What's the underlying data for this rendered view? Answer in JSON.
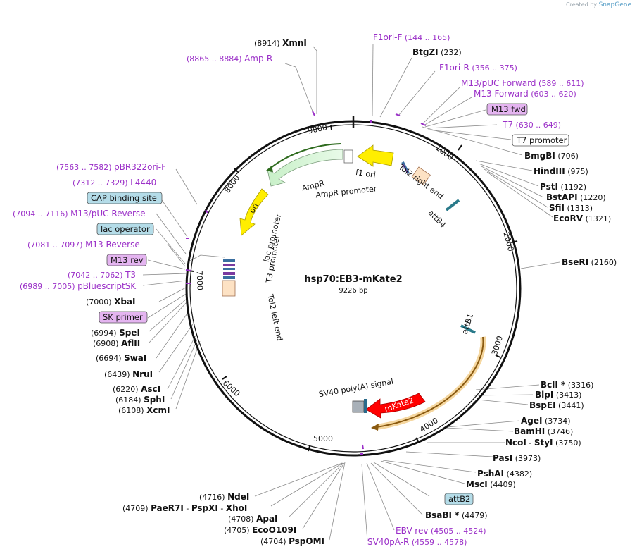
{
  "credit": {
    "prefix": "Created by",
    "brand": "SnapGene"
  },
  "plasmid": {
    "name": "hsp70:EB3-mKate2",
    "size": "9226 bp"
  },
  "ticks": [
    "1000",
    "2000",
    "3000",
    "4000",
    "5000",
    "6000",
    "7000",
    "8000",
    "9000"
  ],
  "features": {
    "f1ori": "f1 ori",
    "ampr": "AmpR",
    "ampr_promoter": "AmpR promoter",
    "ori": "ori",
    "lac_promoter": "lac promoter",
    "t3_promoter": "T3 promoter",
    "tol2_left": "Tol2 left end",
    "tol2_right": "Tol2 right end",
    "attb4": "attB4",
    "attb1": "attB1",
    "mkate2": "mKate2",
    "sv40": "SV40 poly(A) signal"
  },
  "labels": {
    "xmni": {
      "pos": "(8914)",
      "name": "XmnI"
    },
    "ampr_primer": {
      "pos": "(8865 .. 8884)",
      "name": "Amp-R"
    },
    "f1ori_f": {
      "name": "F1ori-F",
      "pos": "(144 .. 165)"
    },
    "btgzi": {
      "name": "BtgZI",
      "pos": "(232)"
    },
    "f1ori_r": {
      "name": "F1ori-R",
      "pos": "(356 .. 375)"
    },
    "m13puc_fwd": {
      "name": "M13/pUC Forward",
      "pos": "(589 .. 611)"
    },
    "m13_fwd_p": {
      "name": "M13 Forward",
      "pos": "(603 .. 620)"
    },
    "m13fwd_box": {
      "name": "M13 fwd"
    },
    "t7": {
      "name": "T7",
      "pos": "(630 .. 649)"
    },
    "t7prom_box": {
      "name": "T7 promoter"
    },
    "bmgbi": {
      "name": "BmgBI",
      "pos": "(706)"
    },
    "hindiii": {
      "name": "HindIII",
      "pos": "(975)"
    },
    "psti": {
      "name": "PstI",
      "pos": "(1192)"
    },
    "bstapi": {
      "name": "BstAPI",
      "pos": "(1220)"
    },
    "sfii": {
      "name": "SfiI",
      "pos": "(1313)"
    },
    "ecorv": {
      "name": "EcoRV",
      "pos": "(1321)"
    },
    "bseri": {
      "name": "BseRI",
      "pos": "(2160)"
    },
    "bcli": {
      "name": "BclI *",
      "pos": "(3316)"
    },
    "blpi": {
      "name": "BlpI",
      "pos": "(3413)"
    },
    "bspei": {
      "name": "BspEI",
      "pos": "(3441)"
    },
    "agei": {
      "name": "AgeI",
      "pos": "(3734)"
    },
    "bamhi": {
      "name": "BamHI",
      "pos": "(3746)"
    },
    "ncoi": {
      "name": "NcoI",
      "sep": "-",
      "name2": "StyI",
      "pos": "(3750)"
    },
    "pasi": {
      "name": "PasI",
      "pos": "(3973)"
    },
    "pshai": {
      "name": "PshAI",
      "pos": "(4382)"
    },
    "msci": {
      "name": "MscI",
      "pos": "(4409)"
    },
    "attb2_box": {
      "name": "attB2"
    },
    "bsabi": {
      "name": "BsaBI *",
      "pos": "(4479)"
    },
    "ebv_rev": {
      "name": "EBV-rev",
      "pos": "(4505 .. 4524)"
    },
    "sv40pa_r": {
      "name": "SV40pA-R",
      "pos": "(4559 .. 4578)"
    },
    "pspomi": {
      "pos": "(4704)",
      "name": "PspOMI"
    },
    "ecoo109i": {
      "pos": "(4705)",
      "name": "EcoO109I"
    },
    "apai": {
      "pos": "(4708)",
      "name": "ApaI"
    },
    "paer7i": {
      "pos": "(4709)",
      "name": "PaeR7I",
      "sep1": "-",
      "name2": "PspXI",
      "sep2": "-",
      "name3": "XhoI"
    },
    "ndei": {
      "pos": "(4716)",
      "name": "NdeI"
    },
    "xcmi": {
      "pos": "(6108)",
      "name": "XcmI"
    },
    "sphi": {
      "pos": "(6184)",
      "name": "SphI"
    },
    "asci": {
      "pos": "(6220)",
      "name": "AscI"
    },
    "srui": {
      "pos": "(6439)",
      "name": "NruI"
    },
    "swai": {
      "pos": "(6694)",
      "name": "SwaI"
    },
    "aflii": {
      "pos": "(6908)",
      "name": "AflII"
    },
    "spei": {
      "pos": "(6994)",
      "name": "SpeI"
    },
    "skprimer_box": {
      "name": "SK primer"
    },
    "xbai": {
      "pos": "(7000)",
      "name": "XbaI"
    },
    "pbluescriptsk": {
      "pos": "(6989 .. 7005)",
      "name": "pBluescriptSK"
    },
    "t3p": {
      "pos": "(7042 .. 7062)",
      "name": "T3"
    },
    "m13rev_box": {
      "name": "M13 rev"
    },
    "m13_reverse": {
      "pos": "(7081 .. 7097)",
      "name": "M13 Reverse"
    },
    "lacop_box": {
      "name": "lac operator"
    },
    "m13puc_rev": {
      "pos": "(7094 .. 7116)",
      "name": "M13/pUC Reverse"
    },
    "cap_box": {
      "name": "CAP binding site"
    },
    "l4440": {
      "pos": "(7312 .. 7329)",
      "name": "L4440"
    },
    "pbr322": {
      "pos": "(7563 .. 7582)",
      "name": "pBR322ori-F"
    }
  },
  "colors": {
    "primer": "#9b30c8",
    "site": "#000000",
    "backbone": "#111111"
  }
}
